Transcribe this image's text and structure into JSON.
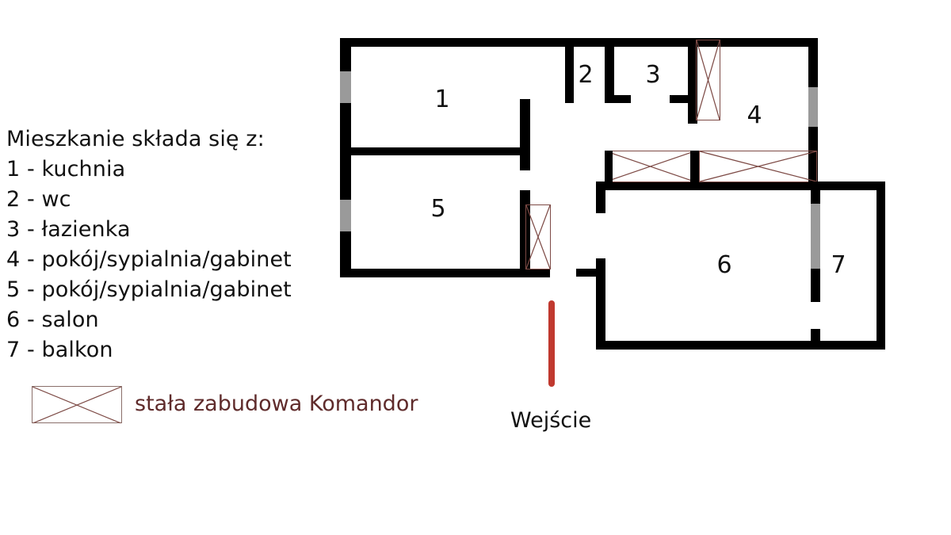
{
  "document": {
    "type": "floor-plan",
    "language": "pl"
  },
  "legend": {
    "heading": "Mieszkanie składa się z:",
    "items": [
      "1 - kuchnia",
      "2 - wc",
      "3 - łazienka",
      "4 - pokój/sypialnia/gabinet",
      "5 - pokój/sypialnia/gabinet",
      "6 - salon",
      "7 - balkon"
    ]
  },
  "komandor_legend": {
    "label": "stała zabudowa Komandor",
    "swatch_color": "#7d4a45",
    "text_color": "#5f2b2b"
  },
  "entrance": {
    "label": "Wejście",
    "marker_color": "#c0392f"
  },
  "rooms": [
    {
      "number": "1",
      "name": "kuchnia"
    },
    {
      "number": "2",
      "name": "wc"
    },
    {
      "number": "3",
      "name": "łazienka"
    },
    {
      "number": "4",
      "name": "pokój/sypialnia/gabinet"
    },
    {
      "number": "5",
      "name": "pokój/sypialnia/gabinet"
    },
    {
      "number": "6",
      "name": "salon"
    },
    {
      "number": "7",
      "name": "balkon"
    }
  ],
  "colors": {
    "wall": "#000000",
    "window": "#9a9a9a",
    "cabinet": "#7d4a45",
    "entrance": "#c0392f",
    "background": "#ffffff"
  }
}
